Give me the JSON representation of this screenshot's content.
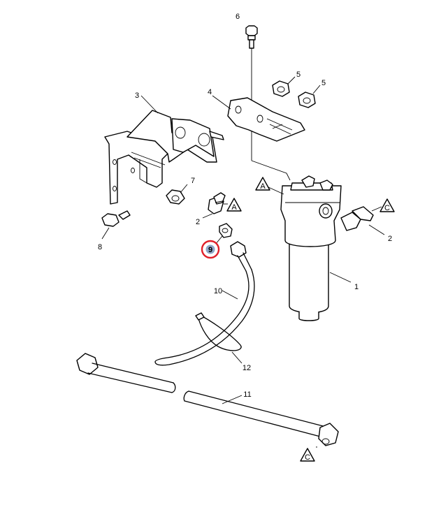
{
  "callouts": [
    {
      "id": "c6",
      "label": "6"
    },
    {
      "id": "c5a",
      "label": "5"
    },
    {
      "id": "c5b",
      "label": "5"
    },
    {
      "id": "c3",
      "label": "3"
    },
    {
      "id": "c4",
      "label": "4"
    },
    {
      "id": "c7",
      "label": "7"
    },
    {
      "id": "c8",
      "label": "8"
    },
    {
      "id": "c2a",
      "label": "2"
    },
    {
      "id": "c2b",
      "label": "2"
    },
    {
      "id": "c1",
      "label": "1"
    },
    {
      "id": "c10",
      "label": "10"
    },
    {
      "id": "c12",
      "label": "12"
    },
    {
      "id": "c11",
      "label": "11"
    }
  ],
  "refs": [
    {
      "id": "rA1",
      "label": "A"
    },
    {
      "id": "rA2",
      "label": "A"
    },
    {
      "id": "rC1",
      "label": "C"
    },
    {
      "id": "rC2",
      "label": "C"
    }
  ],
  "highlight": {
    "label": "9",
    "ring_color": "#e0202a",
    "fill_color": "#8fa6c8"
  }
}
